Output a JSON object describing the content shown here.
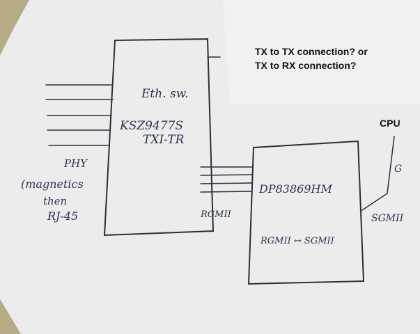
{
  "question": {
    "line1": "TX to TX connection? or",
    "line2": "TX to RX connection?"
  },
  "switch_block": {
    "line1": "Eth. sw.",
    "line2": "KSZ9477S",
    "line3": "TXI-TR"
  },
  "phy_block": {
    "line1": "DP83869HM",
    "line2": "RGMII ↔ SGMII"
  },
  "labels": {
    "cpu": "CPU",
    "cpu_port": "G",
    "rgmii": "RGMII",
    "sgmii": "SGMII",
    "phy_note_1": "PHY",
    "phy_note_2": "(magnetics",
    "phy_note_3": "then",
    "phy_note_4": "RJ-45"
  }
}
